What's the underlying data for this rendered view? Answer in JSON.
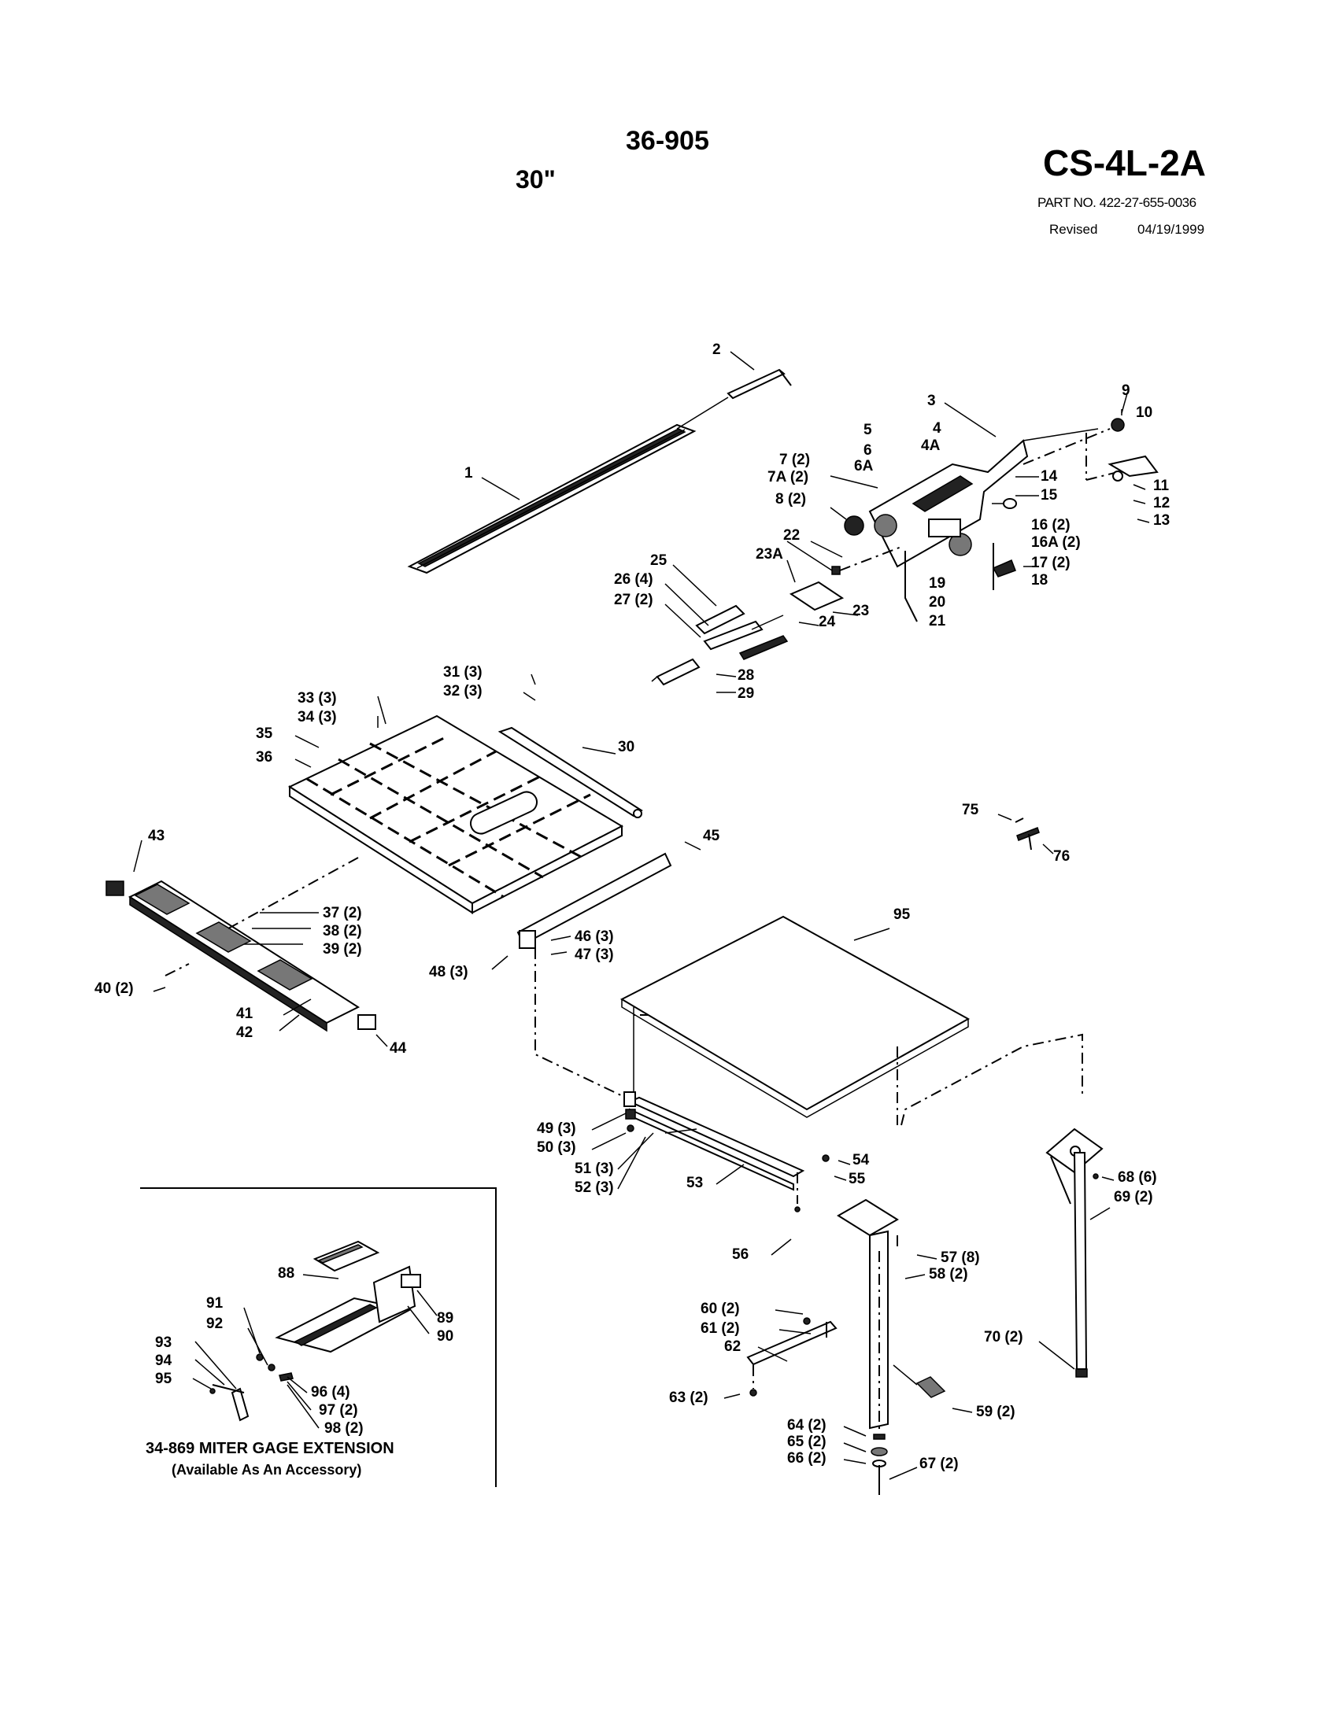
{
  "header": {
    "model": "36-905",
    "size": "30\"",
    "code": "CS-4L-2A",
    "part_no": "PART NO. 422-27-655-0036",
    "revised_label": "Revised",
    "revised_date": "04/19/1999"
  },
  "inset": {
    "caption": "34-869  MITER GAGE EXTENSION",
    "subcaption": "(Available As An Accessory)"
  },
  "callouts": [
    "1",
    "2",
    "3",
    "4",
    "4A",
    "5",
    "6",
    "6A",
    "7 (2)",
    "7A (2)",
    "8 (2)",
    "9",
    "10",
    "11",
    "12",
    "13",
    "14",
    "15",
    "16 (2)",
    "16A (2)",
    "17 (2)",
    "18",
    "19",
    "20",
    "21",
    "22",
    "23A",
    "23",
    "24",
    "25",
    "26 (4)",
    "27 (2)",
    "28",
    "29",
    "30",
    "31 (3)",
    "32 (3)",
    "33 (3)",
    "34 (3)",
    "35",
    "36",
    "37 (2)",
    "38 (2)",
    "39 (2)",
    "40 (2)",
    "41",
    "42",
    "43",
    "44",
    "45",
    "46 (3)",
    "47 (3)",
    "48 (3)",
    "49 (3)",
    "50 (3)",
    "51 (3)",
    "52 (3)",
    "53",
    "54",
    "55",
    "56",
    "57 (8)",
    "58 (2)",
    "59 (2)",
    "60 (2)",
    "61 (2)",
    "62",
    "63 (2)",
    "64 (2)",
    "65 (2)",
    "66 (2)",
    "67 (2)",
    "68 (6)",
    "69 (2)",
    "70 (2)",
    "75",
    "76",
    "88",
    "89",
    "90",
    "91",
    "92",
    "93",
    "94",
    "95",
    "95",
    "96 (4)",
    "97 (2)",
    "98 (2)"
  ]
}
